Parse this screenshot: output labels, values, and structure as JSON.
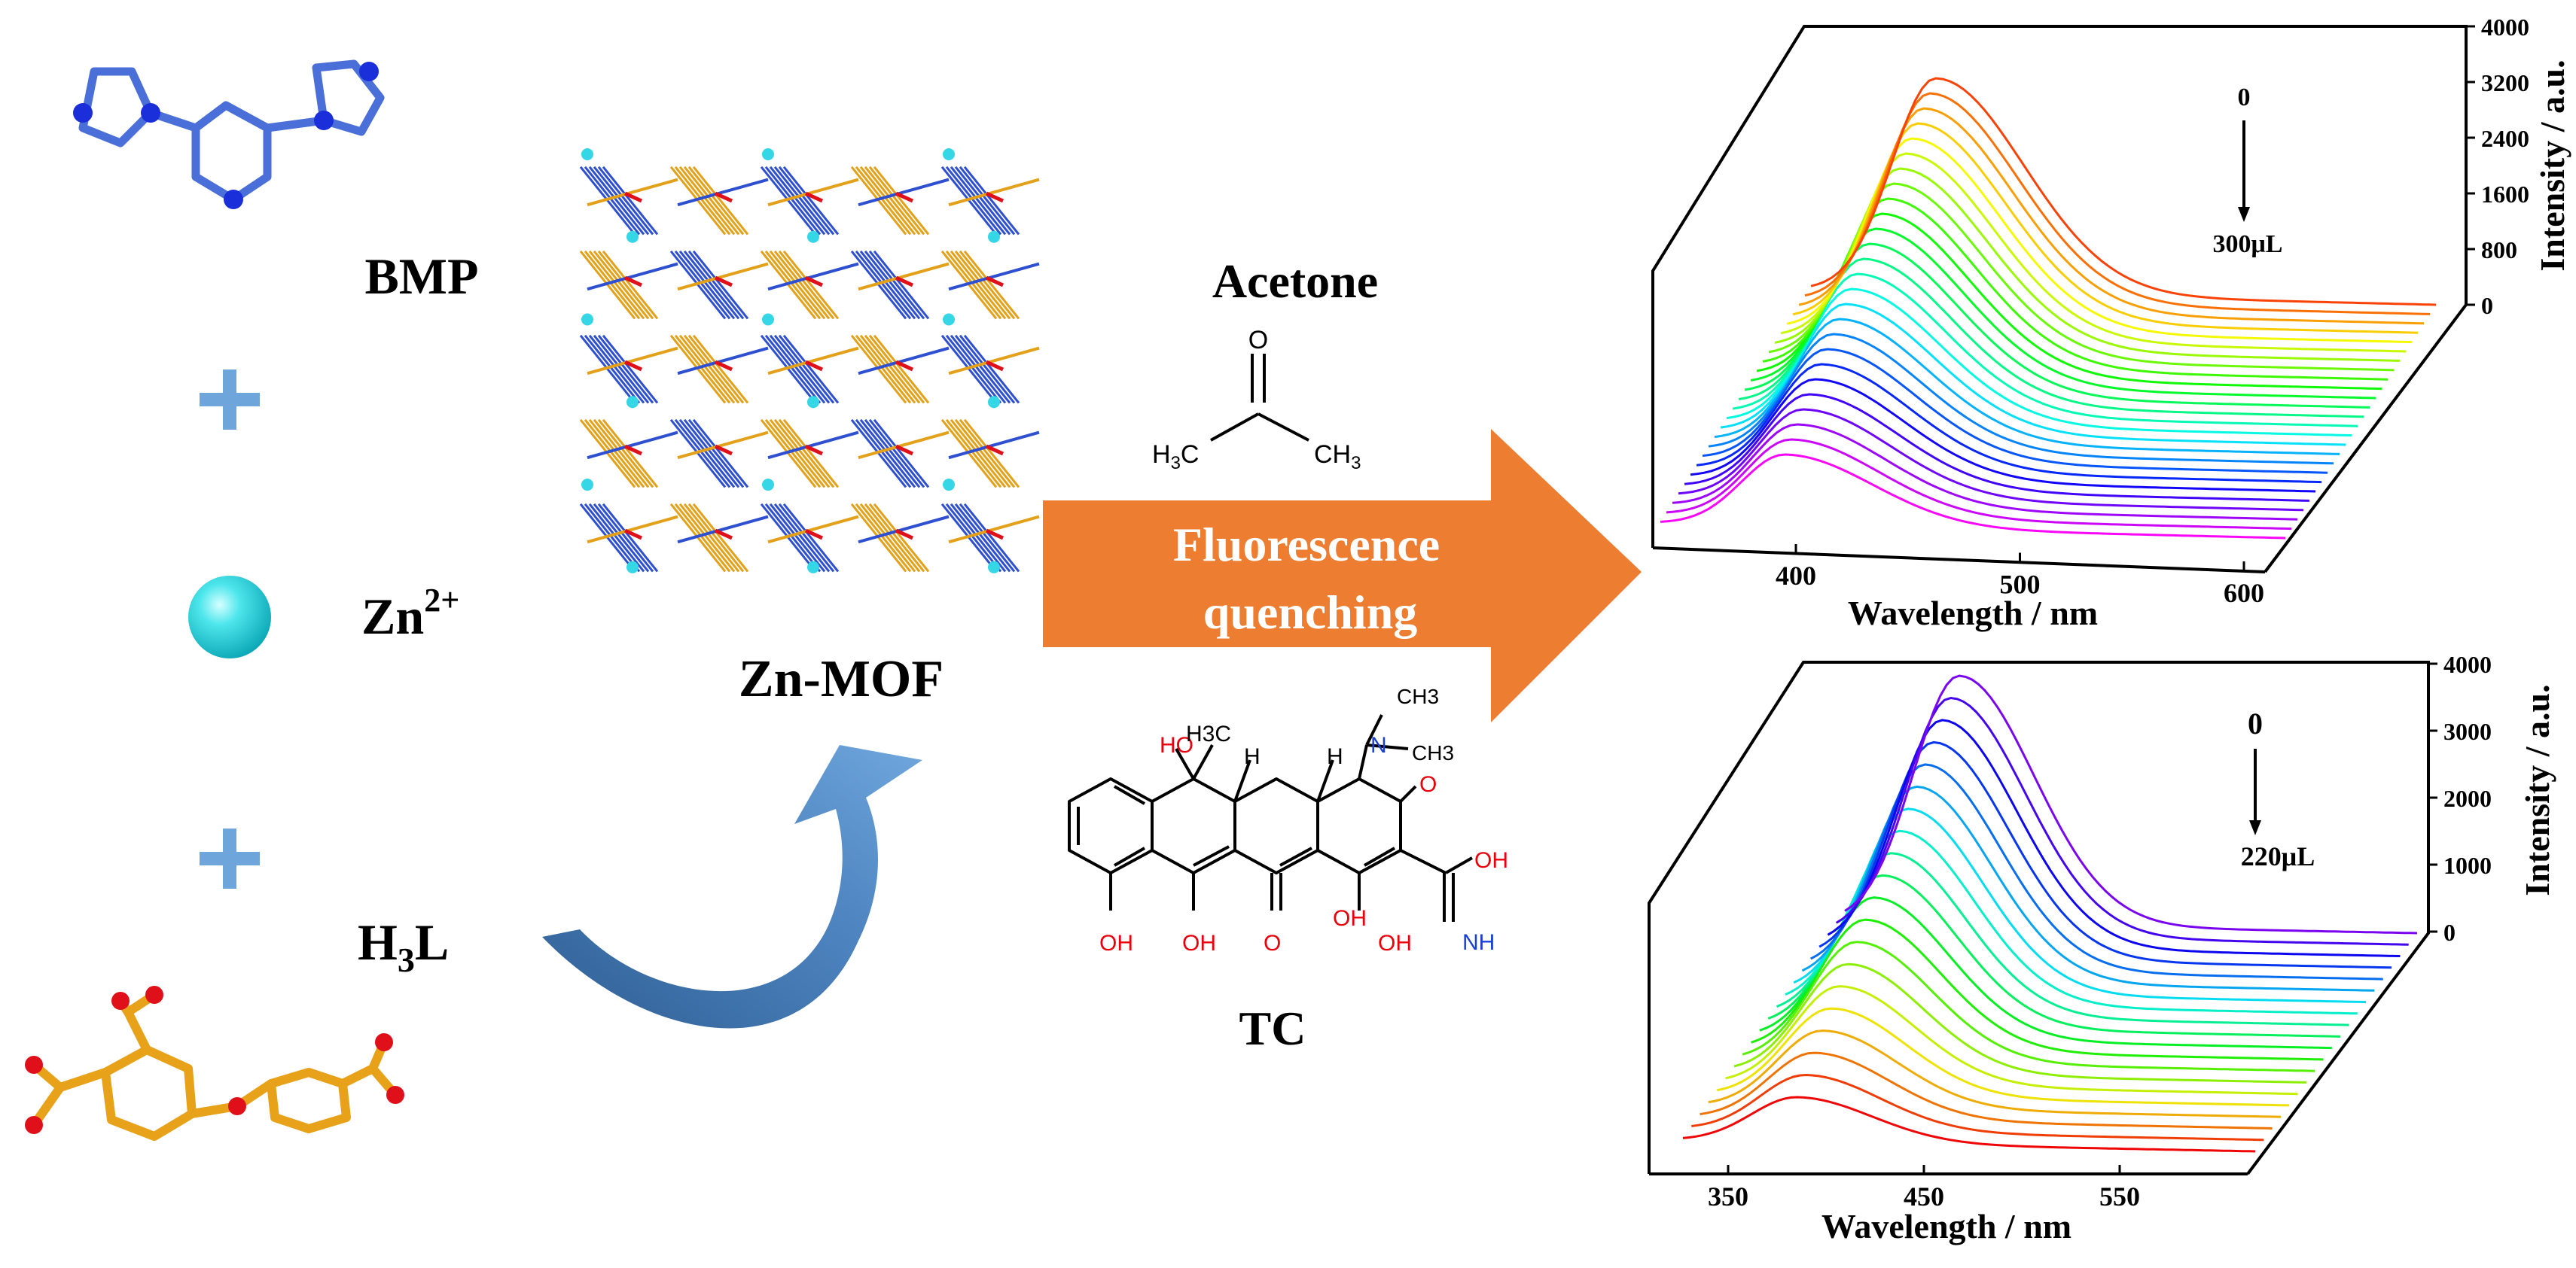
{
  "components": {
    "ligand1": "BMP",
    "metal_ion": "Zn",
    "metal_charge": "2+",
    "ligand2_main": "H",
    "ligand2_sub": "3",
    "ligand2_tail": "L",
    "plus_sign": "+",
    "framework": "Zn-MOF"
  },
  "arrow": {
    "line1": "Fluorescence",
    "line2": "quenching"
  },
  "analytes": {
    "acetone": {
      "name": "Acetone",
      "o": "O",
      "left_methyl_main": "H",
      "left_methyl_sub": "3",
      "left_methyl_c": "C",
      "center_c": "C",
      "right_methyl_c": "CH",
      "right_methyl_sub": "3"
    },
    "tc": {
      "name": "TC",
      "labels": {
        "ho": "HO",
        "h3c": "H3C",
        "h1": "H",
        "h2": "H",
        "n": "N",
        "ch3_top": "CH3",
        "ch3_right": "CH3",
        "o_ketone": "O",
        "oh_amide": "OH",
        "nh": "NH",
        "oh1": "OH",
        "oh2": "OH",
        "o_mid": "O",
        "oh3": "OH",
        "oh4": "OH"
      }
    }
  },
  "chart_data": [
    {
      "type": "line",
      "subtype": "waterfall",
      "analyte": "Acetone",
      "xlabel": "Wavelength / nm",
      "ylabel": "Intensity / a.u.",
      "x_ticks": [
        "400",
        "500",
        "600"
      ],
      "z_ticks": [
        "4000",
        "3200",
        "2400",
        "1600",
        "800",
        "0"
      ],
      "annotation_start": "0",
      "annotation_end": "300μL",
      "num_curves": 26,
      "peak_wavelength": 400,
      "peak_intensity_max": 2950,
      "peak_intensity_min": 700,
      "trend": "intensity decreases as acetone volume increases from 0 to 300 μL"
    },
    {
      "type": "line",
      "subtype": "waterfall",
      "analyte": "TC",
      "xlabel": "Wavelength / nm",
      "ylabel": "Intensity / a.u.",
      "x_ticks": [
        "350",
        "450",
        "550"
      ],
      "z_ticks": [
        "4000",
        "3000",
        "2000",
        "1000",
        "0"
      ],
      "annotation_start": "0",
      "annotation_end": "220μL",
      "num_curves": 20,
      "peak_wavelength": 400,
      "peak_intensity_max": 3700,
      "peak_intensity_min": 650,
      "trend": "intensity decreases as TC volume increases from 0 to 220 μL"
    }
  ]
}
